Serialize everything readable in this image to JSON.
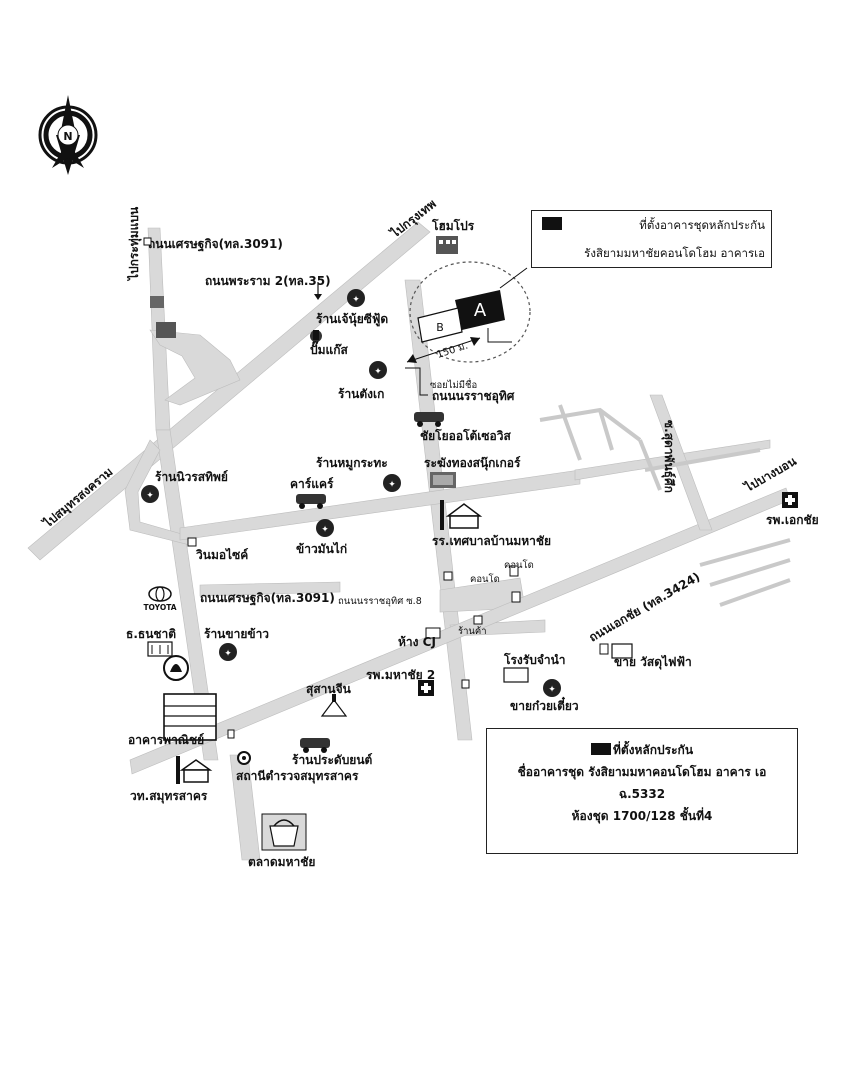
{
  "compass": {
    "letter": "N"
  },
  "roads": {
    "sethakij_top": "ถนนเศรษฐกิจ(ทล.3091)",
    "phraram2": "ถนนพระราม 2(ทล.35)",
    "to_bangkok": "ไปกรุงเทพ",
    "to_krathumbaen": "ไปกระทุ่มแบน",
    "to_samutsongkhram": "ไปสมุทรสงคราม",
    "unnamed_soi": "ซอยไม่มีชื่อ",
    "narat_uthit": "ถนนนรราชอุทิศ",
    "soi_sukhumwit_phantuek": "ซ.สุดาพันธุ์ศึก",
    "to_bangbon": "ไปบางบอน",
    "sethakij_mid": "ถนนเศรษฐกิจ(ทล.3091)",
    "narat_uthit_soi8": "ถนนนรราชอุทิศ ซ.8",
    "ekkachai": "ถนนเอกชัย (ทล.3424)"
  },
  "distance_label": "150 ม.",
  "buildings": {
    "A": "A",
    "B": "B"
  },
  "callout": {
    "line1": "ที่ตั้งอาคารชุดหลักประกัน",
    "line2": "รังสิยามมหาชัยคอนโดโฮม อาคารเอ"
  },
  "places": {
    "homepro": "โฮมโปร",
    "jae_nui": "ร้านเจ้นุ้ยซีฟู้ด",
    "gas_station": "ปั๊มแก๊ส",
    "dangke": "ร้านตังเก",
    "chaiyo_auto": "ชัยโยออโต้เซอวิส",
    "moo_kratha": "ร้านหมูกระทะ",
    "car_care": "คาร์แคร์",
    "ranong_tong": "ระฆังทองสนุ๊กเกอร์",
    "niwat_sathip": "ร้านนิวรสทิพย์",
    "win_motorcycle": "วินมอไซค์",
    "khaoman_kai": "ข้าวมันไก่",
    "school_thesaban": "รร.เทศบาลบ้านมหาชัย",
    "hospital_ekachai": "รพ.เอกชัย",
    "toyota": "TOYOTA",
    "condo1": "คอนโด",
    "condo2": "คอนโด",
    "bank_thanachart": "ธ.ธนชาติ",
    "rice_shop": "ร้านขายข้าว",
    "shop": "ร้านค้า",
    "cj_store": "ห้าง CJ",
    "pawnshop": "โรงรับจำนำ",
    "electric_shop": "ขาย วัสดุไฟฟ้า",
    "hospital_mahachai2": "รพ.มหาชัย 2",
    "cemetery": "สุสานจีน",
    "noodle_shop": "ขายก๋วยเตี๋ยว",
    "building_phanit": "อาคารพาณิชย์",
    "car_accessories": "ร้านประดับยนต์",
    "police_station": "สถานีตำรวจสมุทรสาคร",
    "samutsakhon_college": "วท.สมุทรสาคร",
    "mahachai_market": "ตลาดมหาชัย"
  },
  "info_box": {
    "title": "ที่ตั้งหลักประกัน",
    "name_line": "ชื่ออาคารชุด รังสิยามมหาคอนโดโฮม อาคาร เอ",
    "chanot": "ฉ.5332",
    "unit": "ห้องชุด 1700/128  ชั้นที่4"
  }
}
